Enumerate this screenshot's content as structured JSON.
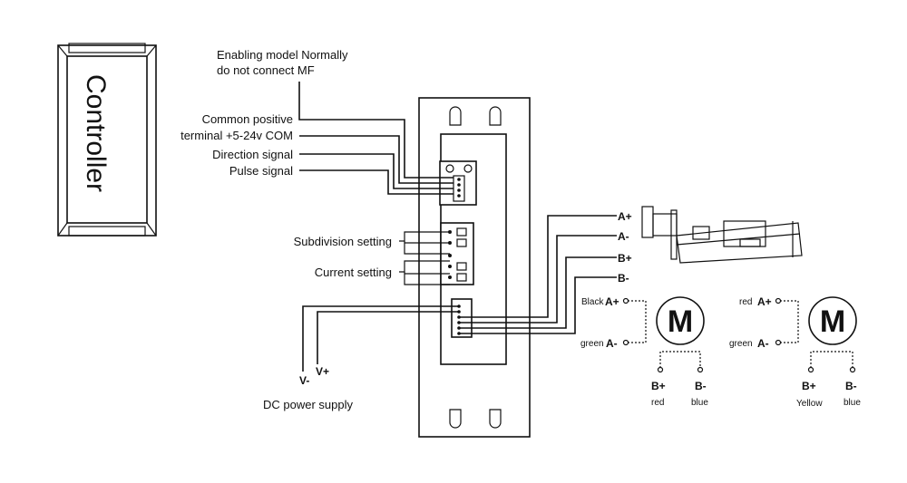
{
  "controller": {
    "label": "Controller"
  },
  "signals": {
    "enable_line1": "Enabling model Normally",
    "enable_line2": "do not connect MF",
    "common_line1": "Common positive",
    "common_line2": "terminal +5-24v COM",
    "direction": "Direction signal",
    "pulse": "Pulse signal"
  },
  "settings": {
    "subdivision": "Subdivision setting",
    "current": "Current setting"
  },
  "power": {
    "v_minus": "V-",
    "v_plus": "V+",
    "label": "DC power supply"
  },
  "motor_terminals": [
    "A+",
    "A-",
    "B+",
    "B-"
  ],
  "motor1": {
    "symbol": "M",
    "a_plus_color": "Black",
    "a_plus": "A+",
    "a_minus_color": "green",
    "a_minus": "A-",
    "b_plus": "B+",
    "b_minus": "B-",
    "b_plus_color": "red",
    "b_minus_color": "blue"
  },
  "motor2": {
    "symbol": "M",
    "a_plus_color": "red",
    "a_plus": "A+",
    "a_minus_color": "green",
    "a_minus": "A-",
    "b_plus": "B+",
    "b_minus": "B-",
    "b_plus_color": "Yellow",
    "b_minus_color": "blue"
  }
}
